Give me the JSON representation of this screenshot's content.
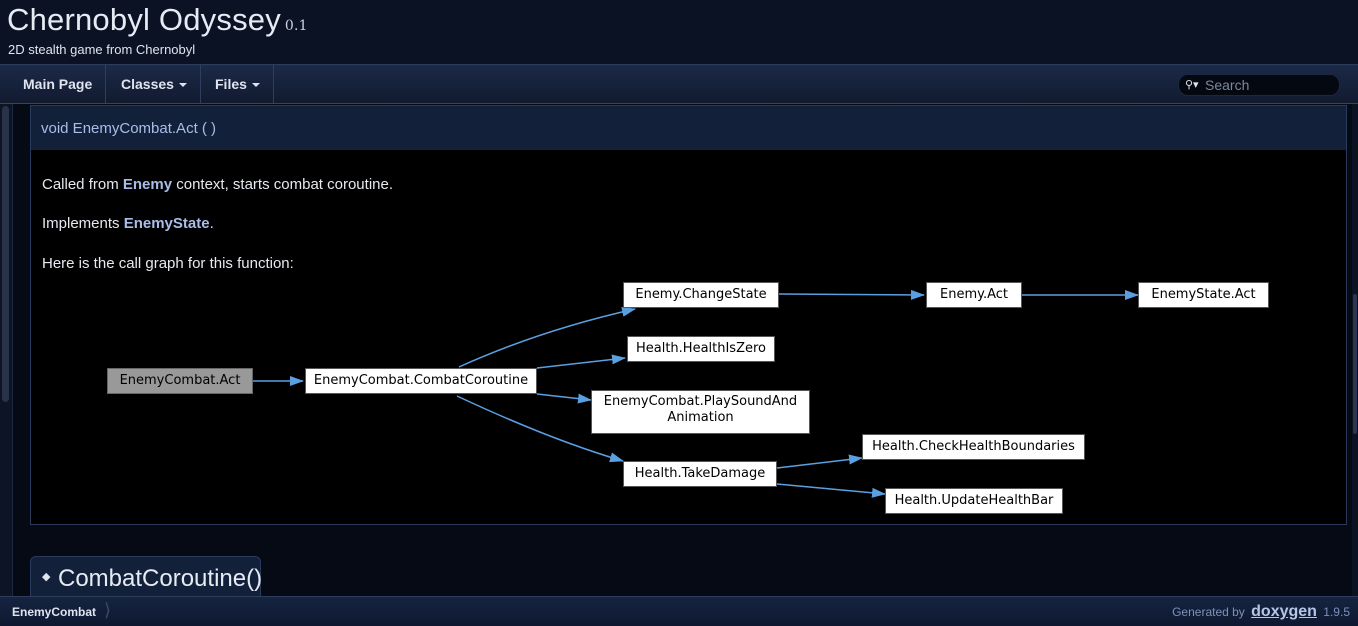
{
  "header": {
    "project_name": "Chernobyl Odyssey",
    "project_number": "0.1",
    "project_brief": "2D stealth game from Chernobyl"
  },
  "nav": {
    "main_page": "Main Page",
    "classes": "Classes",
    "files": "Files",
    "search_placeholder": "Search",
    "search_icon": "search-icon"
  },
  "member": {
    "signature": "void EnemyCombat.Act (  )",
    "desc_prefix": "Called from ",
    "desc_link": "Enemy",
    "desc_suffix": " context, starts combat coroutine.",
    "impl_prefix": "Implements ",
    "impl_link": "EnemyState",
    "impl_suffix": ".",
    "graph_intro": "Here is the call graph for this function:"
  },
  "call_graph": {
    "nodes": {
      "root": "EnemyCombat.Act",
      "coroutine": "EnemyCombat.CombatCoroutine",
      "change_state": "Enemy.ChangeState",
      "enemy_act": "Enemy.Act",
      "state_act": "EnemyState.Act",
      "is_zero": "Health.HealthIsZero",
      "play_sound_1": "EnemyCombat.PlaySoundAnd",
      "play_sound_2": "Animation",
      "take_damage": "Health.TakeDamage",
      "check_bounds": "Health.CheckHealthBoundaries",
      "update_bar": "Health.UpdateHealthBar"
    },
    "edge_color": "#5aa0e0"
  },
  "next_section": {
    "title": "CombatCoroutine()"
  },
  "footer": {
    "breadcrumb": "EnemyCombat",
    "generated_by": "Generated by",
    "logo": "doxygen",
    "version": "1.9.5"
  }
}
